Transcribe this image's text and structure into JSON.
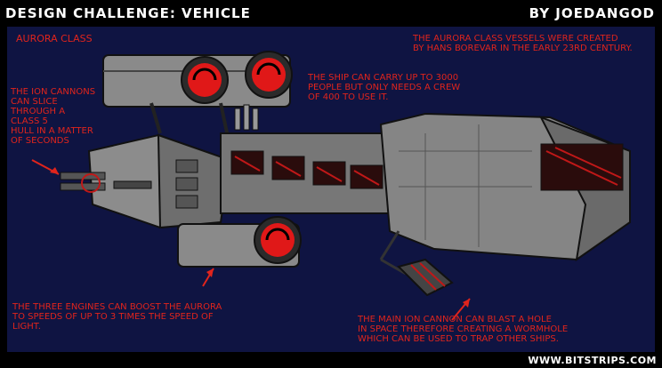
{
  "header": {
    "title": "DESIGN CHALLENGE: VEHICLE",
    "author": "BY JOEDANGOD"
  },
  "captions": {
    "class_name": "AURORA CLASS",
    "history": "THE AURORA CLASS VESSELS WERE CREATED\nBY HANS BOREVAR IN THE EARLY 23RD CENTURY.",
    "crew": "THE SHIP CAN CARRY UP TO 3000\nPEOPLE BUT ONLY NEEDS A CREW\nOF 400 TO USE IT.",
    "ion_cannons": "THE ION CANNONS\n CAN SLICE\nTHROUGH A\nCLASS 5\nHULL IN A MATTER\n OF SECONDS",
    "engines": "THE THREE ENGINES CAN BOOST THE AURORA\nTO SPEEDS OF UP TO 3 TIMES THE SPEED OF\nLIGHT.",
    "main_cannon": "THE MAIN ION CANNON CAN BLAST A HOLE\nIN SPACE THEREFORE CREATING A WORMHOLE\nWHICH CAN BE USED TO TRAP OTHER SHIPS."
  },
  "watermark": "WWW.BITSTRIPS.COM",
  "colors": {
    "background": "#000000",
    "panel": "#0f1442",
    "caption": "#e0241c",
    "hull": "#7c7c7c",
    "engine_glow": "#e01818"
  }
}
